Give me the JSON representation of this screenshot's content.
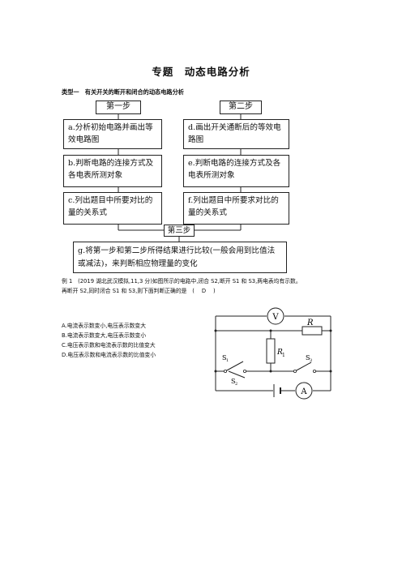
{
  "title": "专题　动态电路分析",
  "section_heading": "类型一　有关开关的断开和闭合的动态电路分析",
  "flowchart": {
    "step1": "第一步",
    "step2": "第二步",
    "step3": "第三步",
    "box_a": "a.分析初始电路并画出等效电路图",
    "box_b": "b.判断电路的连接方式及各电表所测对象",
    "box_c": "c.列出题目中所要对比的量的关系式",
    "box_d": "d.画出开关通断后的等效电路图",
    "box_e": "e.判断电路的连接方式及各电表所测对象",
    "box_f": "f.列出题目中所要求对比的量的关系式",
    "box_g": "g.将第一步和第二步所得结果进行比较(一般会用到比值法或减法)，来判断相应物理量的变化"
  },
  "example": {
    "line1": "例 1　(2019 湖北武汉模拟,11,3 分)如图所示的电路中,闭合 S2,断开 S1 和 S3,两电表均有示数。",
    "line2": "再断开 S2,同时闭合 S1 和 S3,则下面判断正确的是　(　 D　 )",
    "options": [
      "A.电流表示数变小,电压表示数变大",
      "B.电流表示数变大,电压表示数变小",
      "C.电压表示数和电流表示数的比值变大",
      "D.电压表示数和电流表示数的比值变小"
    ]
  },
  "circuit": {
    "voltmeter": "V",
    "ammeter": "A",
    "resistor_r": "R",
    "resistor_r1": "R",
    "r1_sub": "1",
    "switch1": "S",
    "switch1_sub": "1",
    "switch2": "S",
    "switch2_sub": "2",
    "switch3": "S",
    "switch3_sub": "3"
  }
}
